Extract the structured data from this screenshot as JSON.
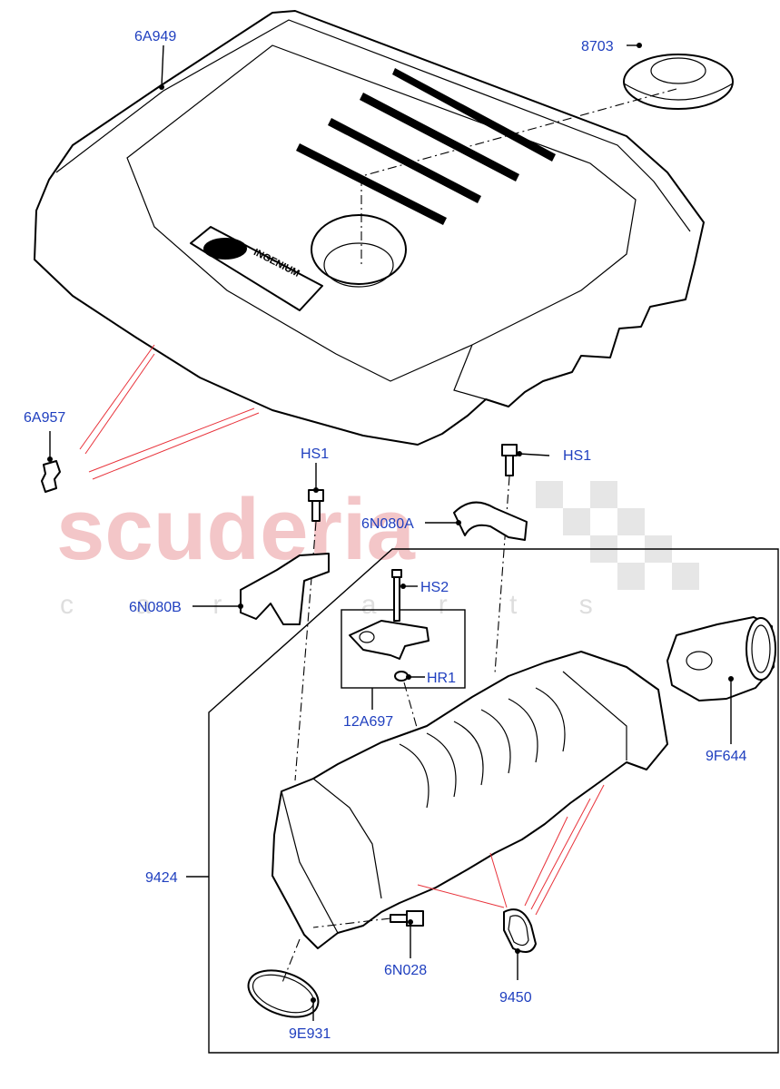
{
  "watermark": {
    "brand": "scuderia",
    "sub": "c a r   p a r t s"
  },
  "cover_badge": "INGENIUM",
  "callouts": {
    "engine_cover": "6A949",
    "cap": "8703",
    "stud": "6A957",
    "bolt_hs1_left": "HS1",
    "bolt_hs1_right": "HS1",
    "bracket_a": "6N080A",
    "bracket_b": "6N080B",
    "screw_hs2": "HS2",
    "oring_hr1": "HR1",
    "sensor": "12A697",
    "throttle": "9F644",
    "manifold": "9424",
    "bolt_6n028": "6N028",
    "gasket_9450": "9450",
    "seal_9e931": "9E931"
  },
  "colors": {
    "callout_text": "#1f3fbf",
    "leader_red": "#e8323a",
    "watermark_red": "#f3c6c8"
  }
}
